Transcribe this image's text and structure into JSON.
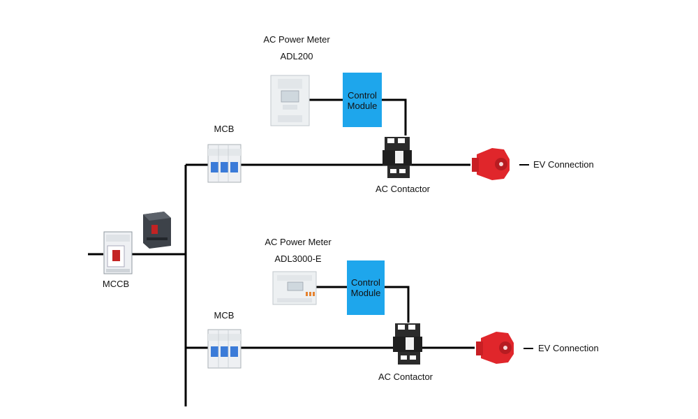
{
  "mccb": {
    "label": "MCCB"
  },
  "branches": [
    {
      "meter_title": "AC Power Meter",
      "meter_model": "ADL200",
      "control_module_line1": "Control",
      "control_module_line2": "Module",
      "mcb_label": "MCB",
      "contactor_label": "AC Contactor",
      "ev_label": "EV Connection"
    },
    {
      "meter_title": "AC Power Meter",
      "meter_model": "ADL3000-E",
      "control_module_line1": "Control",
      "control_module_line2": "Module",
      "mcb_label": "MCB",
      "contactor_label": "AC Contactor",
      "ev_label": "EV Connection"
    }
  ],
  "colors": {
    "control_module": "#1ea6ec",
    "plug": "#e0262b",
    "wire": "#000000"
  }
}
